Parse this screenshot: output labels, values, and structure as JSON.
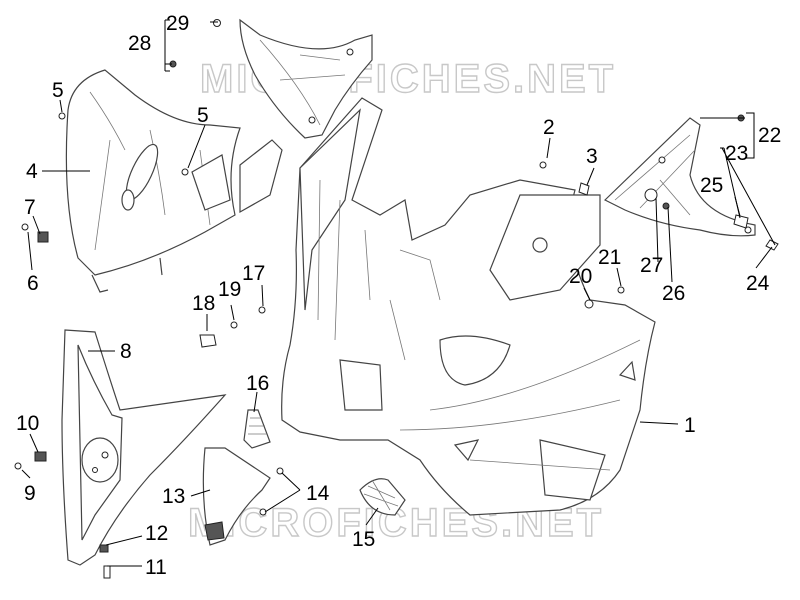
{
  "watermark": "MICROFICHES.NET",
  "callouts": {
    "n1": "1",
    "n2": "2",
    "n3": "3",
    "n4": "4",
    "n5a": "5",
    "n5b": "5",
    "n6": "6",
    "n7": "7",
    "n8": "8",
    "n9": "9",
    "n10": "10",
    "n11": "11",
    "n12": "12",
    "n13": "13",
    "n14": "14",
    "n15": "15",
    "n16": "16",
    "n17": "17",
    "n18": "18",
    "n19": "19",
    "n20": "20",
    "n21": "21",
    "n22": "22",
    "n23": "23",
    "n24": "24",
    "n25": "25",
    "n26": "26",
    "n27": "27",
    "n28": "28",
    "n29": "29"
  },
  "colors": {
    "line": "#444444",
    "watermark": "#c8c8c8",
    "text": "#000000"
  }
}
